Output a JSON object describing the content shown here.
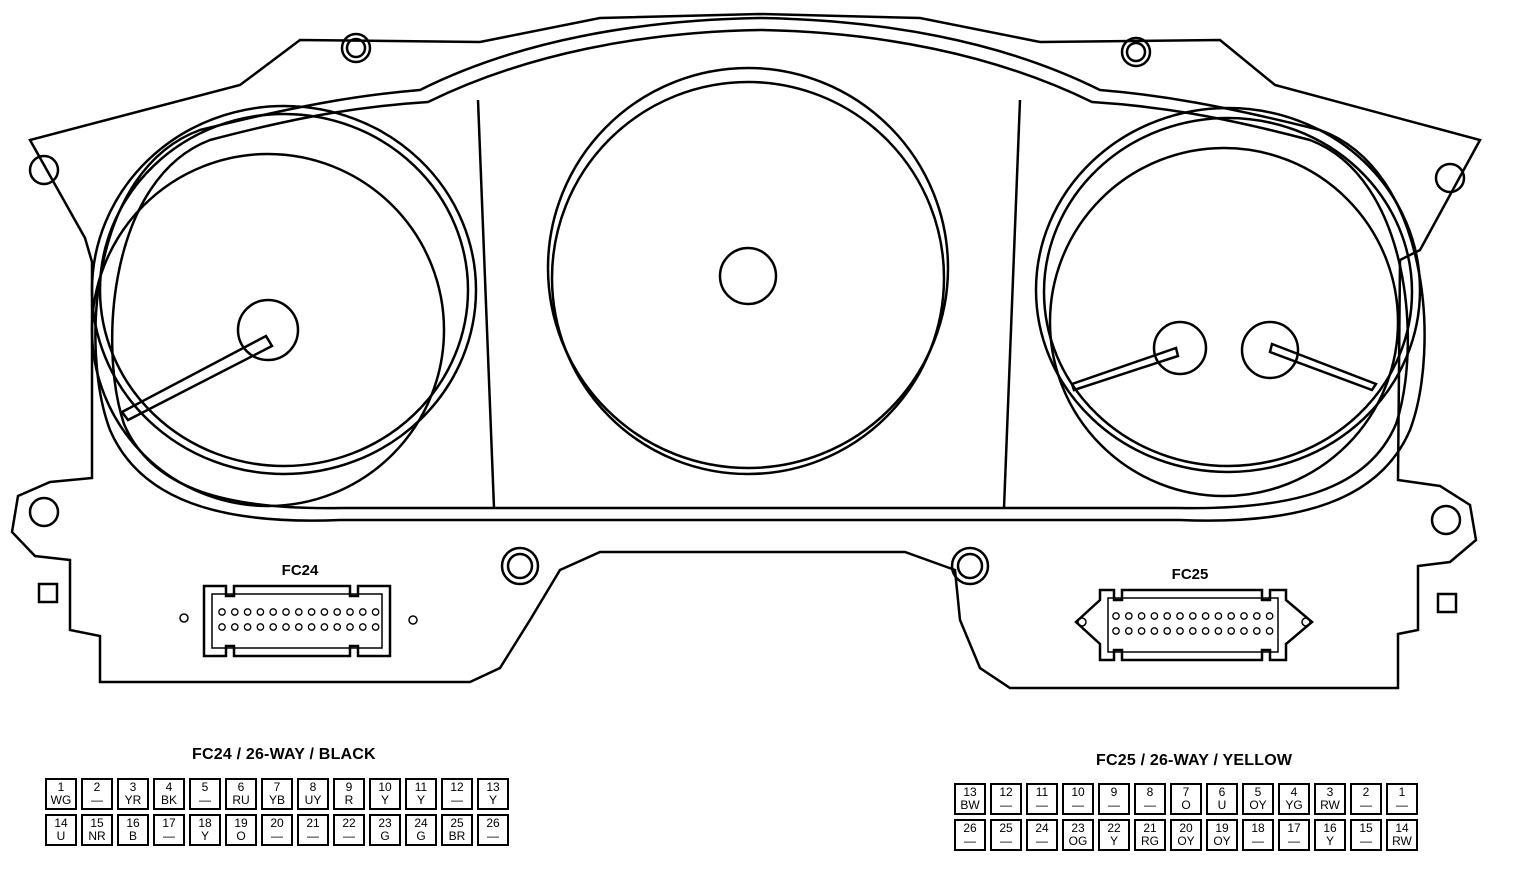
{
  "connector_labels": {
    "left": "FC24",
    "right": "FC25"
  },
  "tables": {
    "fc24": {
      "title": "FC24 / 26-WAY / BLACK",
      "top": [
        {
          "pin": "1",
          "color": "WG"
        },
        {
          "pin": "2",
          "color": "—"
        },
        {
          "pin": "3",
          "color": "YR"
        },
        {
          "pin": "4",
          "color": "BK"
        },
        {
          "pin": "5",
          "color": "—"
        },
        {
          "pin": "6",
          "color": "RU"
        },
        {
          "pin": "7",
          "color": "YB"
        },
        {
          "pin": "8",
          "color": "UY"
        },
        {
          "pin": "9",
          "color": "R"
        },
        {
          "pin": "10",
          "color": "Y"
        },
        {
          "pin": "11",
          "color": "Y"
        },
        {
          "pin": "12",
          "color": "—"
        },
        {
          "pin": "13",
          "color": "Y"
        }
      ],
      "bottom": [
        {
          "pin": "14",
          "color": "U"
        },
        {
          "pin": "15",
          "color": "NR"
        },
        {
          "pin": "16",
          "color": "B"
        },
        {
          "pin": "17",
          "color": "—"
        },
        {
          "pin": "18",
          "color": "Y"
        },
        {
          "pin": "19",
          "color": "O"
        },
        {
          "pin": "20",
          "color": "—"
        },
        {
          "pin": "21",
          "color": "—"
        },
        {
          "pin": "22",
          "color": "—"
        },
        {
          "pin": "23",
          "color": "G"
        },
        {
          "pin": "24",
          "color": "G"
        },
        {
          "pin": "25",
          "color": "BR"
        },
        {
          "pin": "26",
          "color": "—"
        }
      ]
    },
    "fc25": {
      "title": "FC25 / 26-WAY / YELLOW",
      "top": [
        {
          "pin": "13",
          "color": "BW"
        },
        {
          "pin": "12",
          "color": "—"
        },
        {
          "pin": "11",
          "color": "—"
        },
        {
          "pin": "10",
          "color": "—"
        },
        {
          "pin": "9",
          "color": "—"
        },
        {
          "pin": "8",
          "color": "—"
        },
        {
          "pin": "7",
          "color": "O"
        },
        {
          "pin": "6",
          "color": "U"
        },
        {
          "pin": "5",
          "color": "OY"
        },
        {
          "pin": "4",
          "color": "YG"
        },
        {
          "pin": "3",
          "color": "RW"
        },
        {
          "pin": "2",
          "color": "—"
        },
        {
          "pin": "1",
          "color": "—"
        }
      ],
      "bottom": [
        {
          "pin": "26",
          "color": "—"
        },
        {
          "pin": "25",
          "color": "—"
        },
        {
          "pin": "24",
          "color": "—"
        },
        {
          "pin": "23",
          "color": "OG"
        },
        {
          "pin": "22",
          "color": "Y"
        },
        {
          "pin": "21",
          "color": "RG"
        },
        {
          "pin": "20",
          "color": "OY"
        },
        {
          "pin": "19",
          "color": "OY"
        },
        {
          "pin": "18",
          "color": "—"
        },
        {
          "pin": "17",
          "color": "—"
        },
        {
          "pin": "16",
          "color": "Y"
        },
        {
          "pin": "15",
          "color": "—"
        },
        {
          "pin": "14",
          "color": "RW"
        }
      ]
    }
  }
}
